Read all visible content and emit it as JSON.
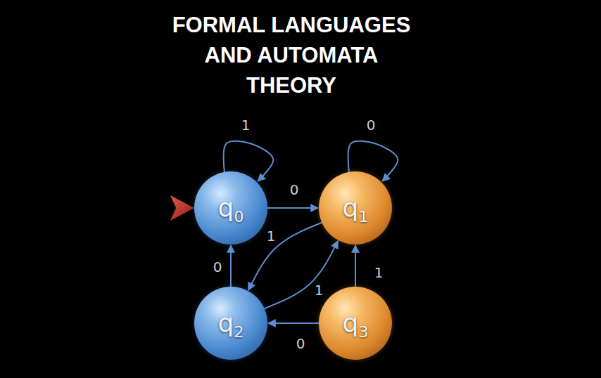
{
  "diagram": {
    "title": "FORMAL LANGUAGES AND AUTOMATA THEORY",
    "nodes": [
      {
        "text": [
          "q0"
        ]
      },
      {
        "text": [
          "q1"
        ]
      },
      {
        "text": [
          "q2"
        ]
      },
      {
        "text": [
          "q3"
        ]
      }
    ],
    "edges": [
      {
        "from": 0,
        "to": 0,
        "label": "1",
        "arrow": "to"
      },
      {
        "from": 0,
        "to": 1,
        "label": "0",
        "arrow": "to"
      },
      {
        "from": 1,
        "to": 1,
        "label": "0",
        "arrow": "to"
      },
      {
        "from": 1,
        "to": 2,
        "label": "1",
        "arrow": "to"
      },
      {
        "from": 2,
        "to": 1,
        "label": "1",
        "arrow": "to"
      },
      {
        "from": 2,
        "to": 0,
        "label": "0",
        "arrow": "to"
      },
      {
        "from": 3,
        "to": 1,
        "label": "1",
        "arrow": "to"
      },
      {
        "from": 3,
        "to": 2,
        "label": "0",
        "arrow": "to"
      }
    ]
  }
}
